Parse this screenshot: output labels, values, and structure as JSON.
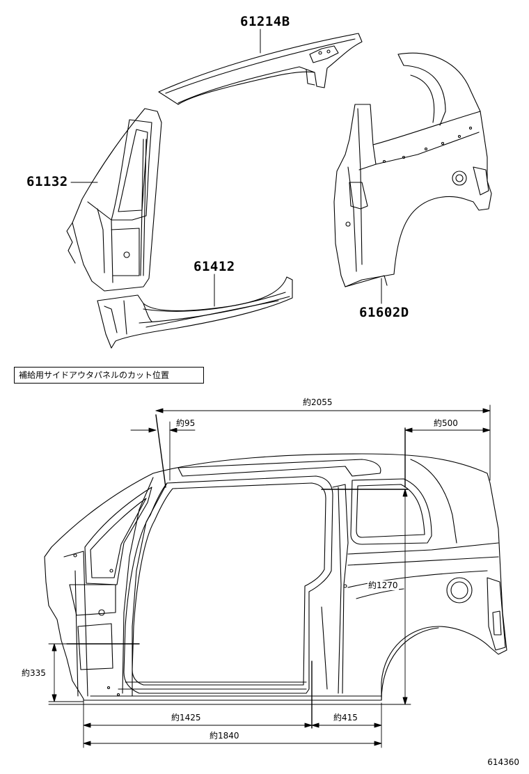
{
  "parts": {
    "roof_side_rail": "61214B",
    "front_pillar": "61132",
    "rocker_panel": "61412",
    "quarter_panel": "61602D"
  },
  "caption": "補給用サイドアウタパネルのカット位置",
  "dimensions": {
    "overall_length": "約2055",
    "front_pillar_offset": "約95",
    "rear_offset": "約500",
    "rear_height": "約1270",
    "front_height": "約335",
    "rocker_length": "約1425",
    "rear_rocker_length": "約415",
    "lower_overall_length": "約1840"
  },
  "figure_id": "614360"
}
